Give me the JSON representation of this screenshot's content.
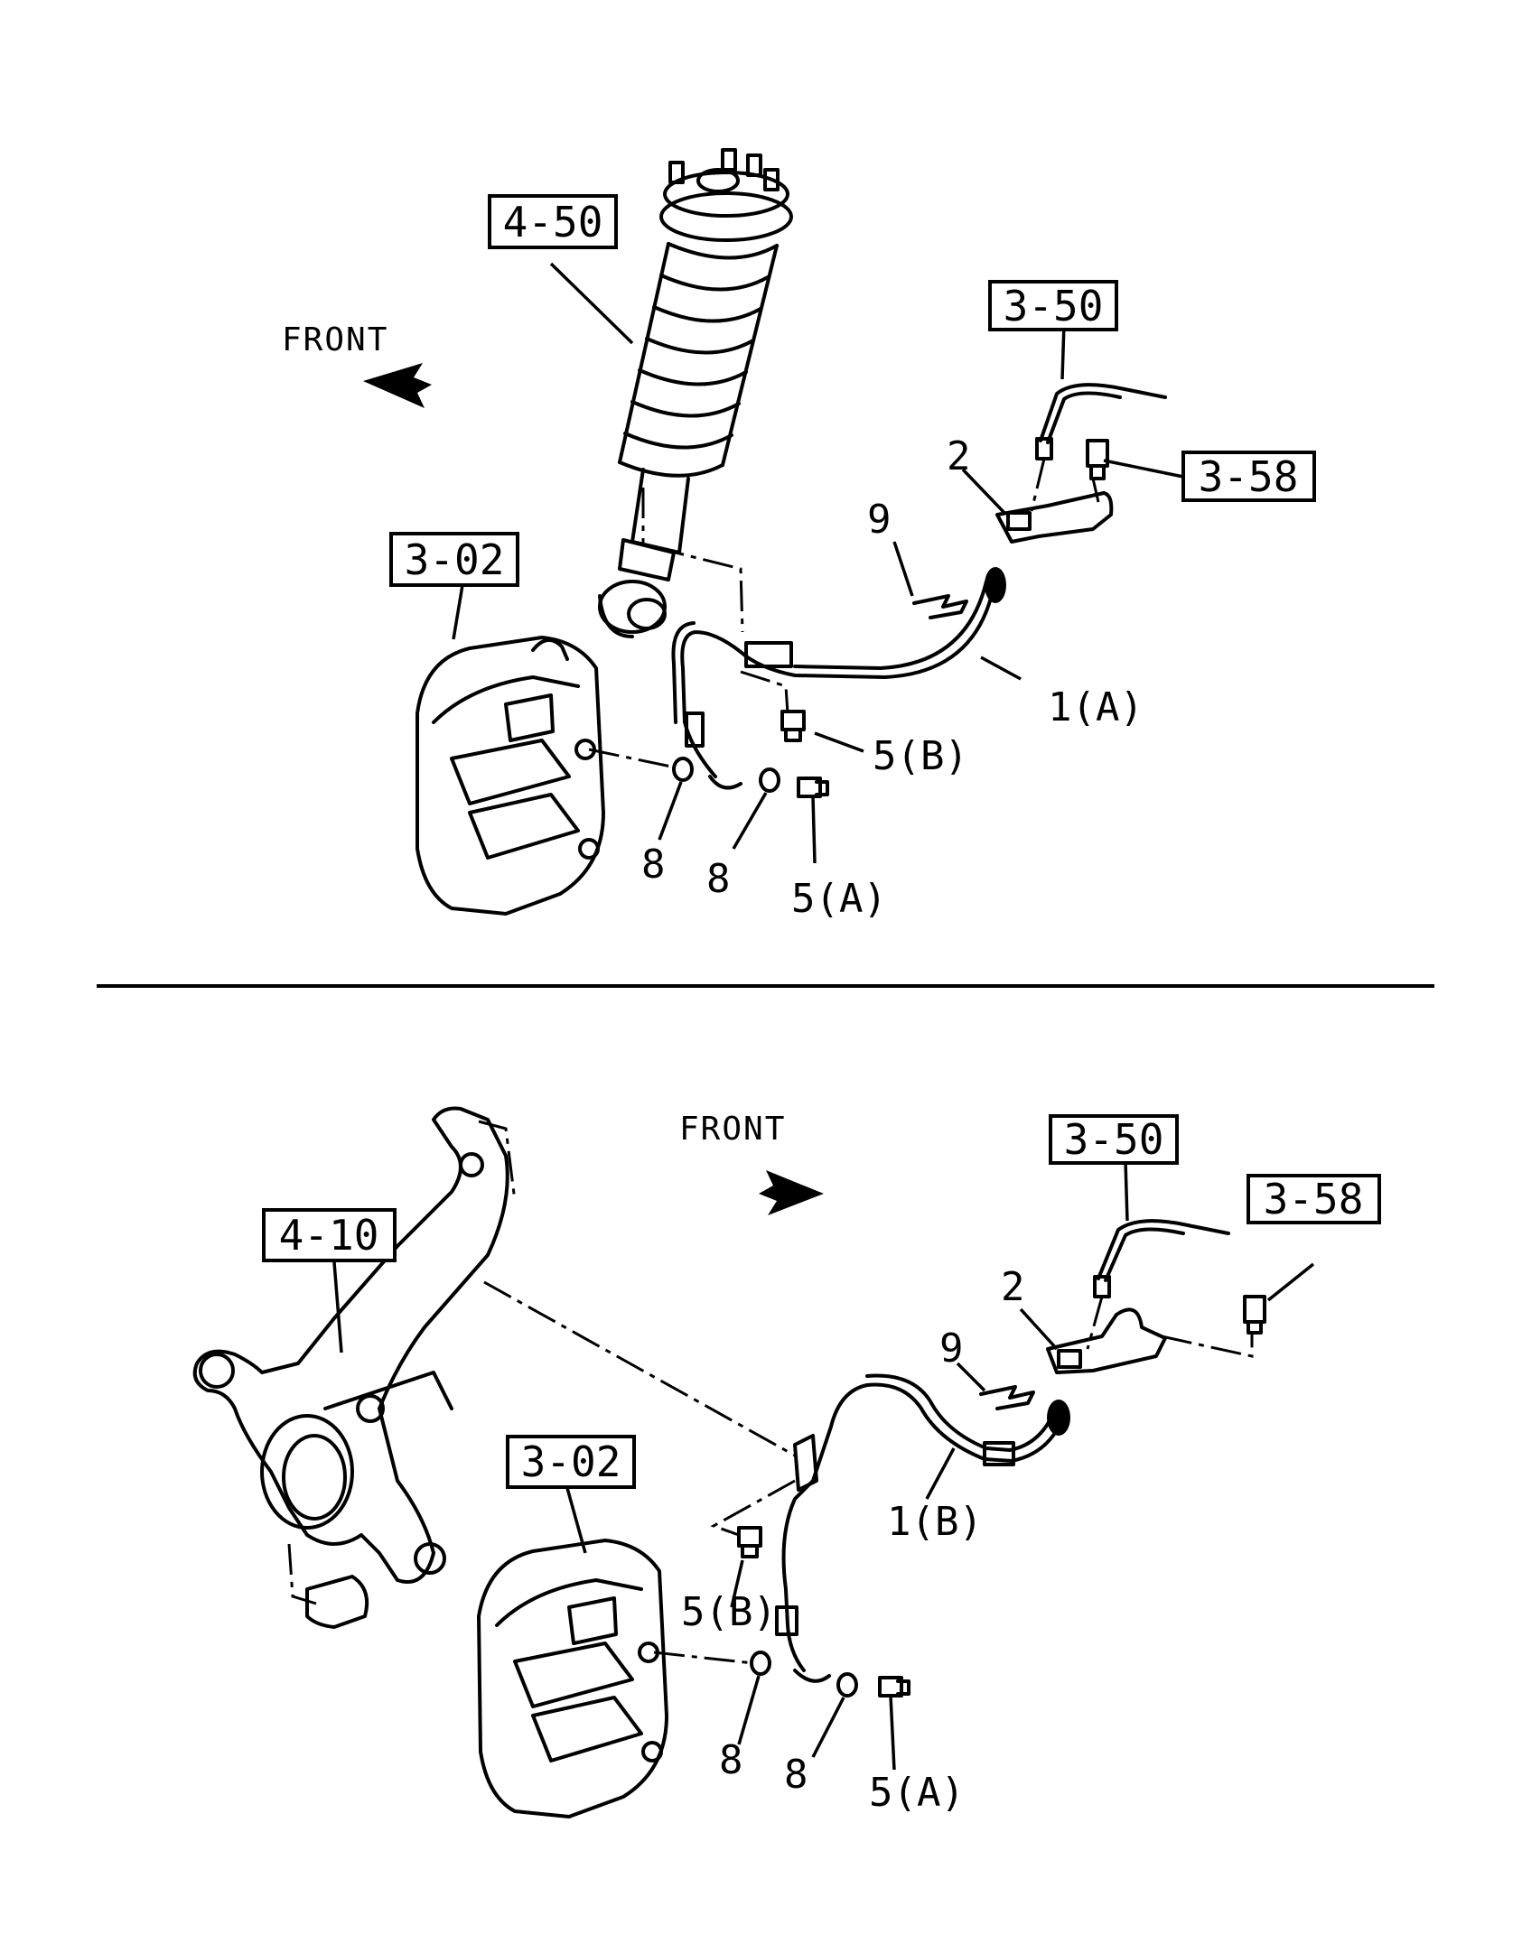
{
  "top": {
    "front_label": "FRONT",
    "refs": {
      "strut": "4-50",
      "caliper": "3-02",
      "brake_pipe": "3-50",
      "bolt": "3-58"
    },
    "callouts": {
      "hose": "1(A)",
      "bracket": "2",
      "clip": "9",
      "bolt_b": "5(B)",
      "bolt_a": "5(A)",
      "washer_1": "8",
      "washer_2": "8"
    }
  },
  "bottom": {
    "front_label": "FRONT",
    "refs": {
      "knuckle": "4-10",
      "caliper": "3-02",
      "brake_pipe": "3-50",
      "bolt": "3-58"
    },
    "callouts": {
      "hose": "1(B)",
      "bracket": "2",
      "clip": "9",
      "bolt_b": "5(B)",
      "bolt_a": "5(A)",
      "washer_1": "8",
      "washer_2": "8"
    }
  }
}
